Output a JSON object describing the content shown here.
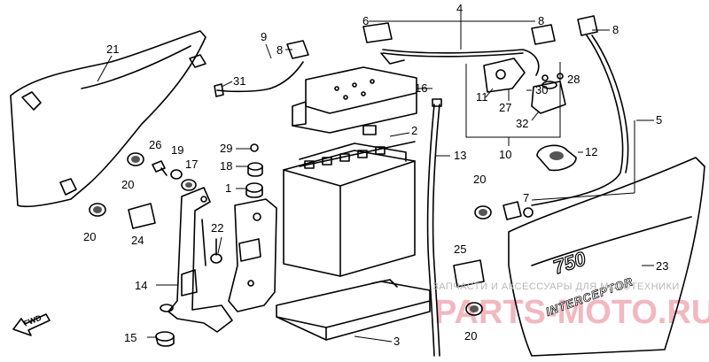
{
  "labels": {
    "p1": "1",
    "p2": "2",
    "p3": "3",
    "p4": "4",
    "p5": "5",
    "p6": "6",
    "p7": "7",
    "p8a": "8",
    "p8b": "8",
    "p8c": "8",
    "p9": "9",
    "p10": "10",
    "p11": "11",
    "p12": "12",
    "p13": "13",
    "p14": "14",
    "p15": "15",
    "p16": "16",
    "p17": "17",
    "p18": "18",
    "p19": "19",
    "p20a": "20",
    "p20b": "20",
    "p20c": "20",
    "p20d": "20",
    "p21": "21",
    "p22": "22",
    "p23": "23",
    "p24": "24",
    "p25": "25",
    "p26": "26",
    "p27": "27",
    "p28": "28",
    "p29": "29",
    "p30": "30",
    "p31": "31",
    "p32": "32"
  },
  "fwd_label": "FWD",
  "cover_model": "750",
  "cover_brand": "INTERCEPTOR",
  "watermark": {
    "text": "ЗАПЧАСТИ И АКСЕССУАРЫ ДЛЯ МОТОТЕХНИКИ",
    "logo": "PARTS-MOTO.RU"
  }
}
